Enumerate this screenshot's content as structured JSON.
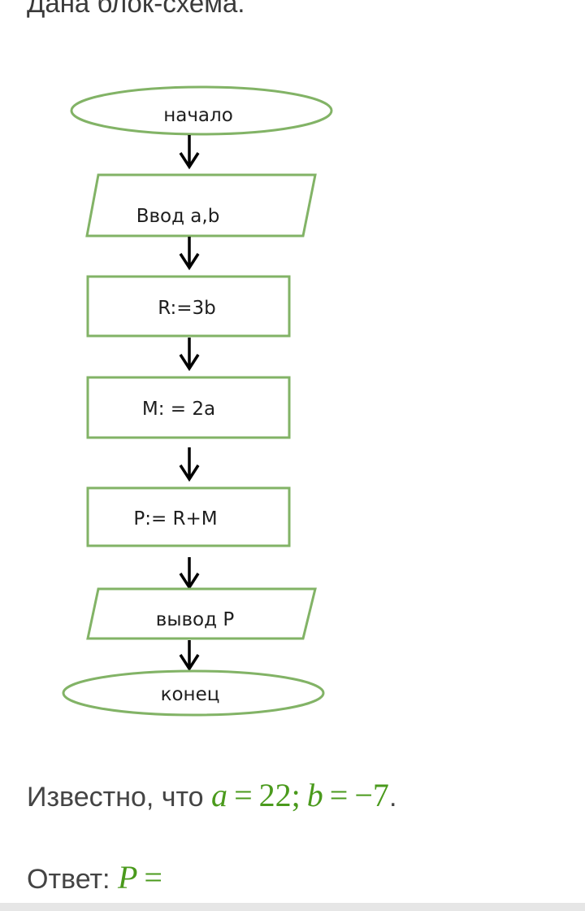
{
  "intro": "Дана блок-схема.",
  "flowchart": {
    "nodes": [
      {
        "id": "start",
        "shape": "terminator",
        "label": "начало"
      },
      {
        "id": "input",
        "shape": "io",
        "label": "Ввод a,b"
      },
      {
        "id": "assign-r",
        "shape": "process",
        "label": "R:=3b"
      },
      {
        "id": "assign-m",
        "shape": "process",
        "label": "M: = 2a"
      },
      {
        "id": "assign-p",
        "shape": "process",
        "label": "P:= R+M"
      },
      {
        "id": "output",
        "shape": "io",
        "label": "вывод P"
      },
      {
        "id": "end",
        "shape": "terminator",
        "label": "конец"
      }
    ],
    "stroke_color": "#82b366",
    "arrow_color": "#000000"
  },
  "fact": {
    "prefix": "Известно, что",
    "a_var": "a",
    "a_eq": "=",
    "a_val": "22",
    "sep": ";",
    "b_var": "b",
    "b_eq": "=",
    "b_val": "−7",
    "period": "."
  },
  "answer": {
    "prefix": "Ответ:",
    "var": "P",
    "eq": "="
  },
  "colors": {
    "math": "#4a9a1c",
    "text": "#444444"
  }
}
